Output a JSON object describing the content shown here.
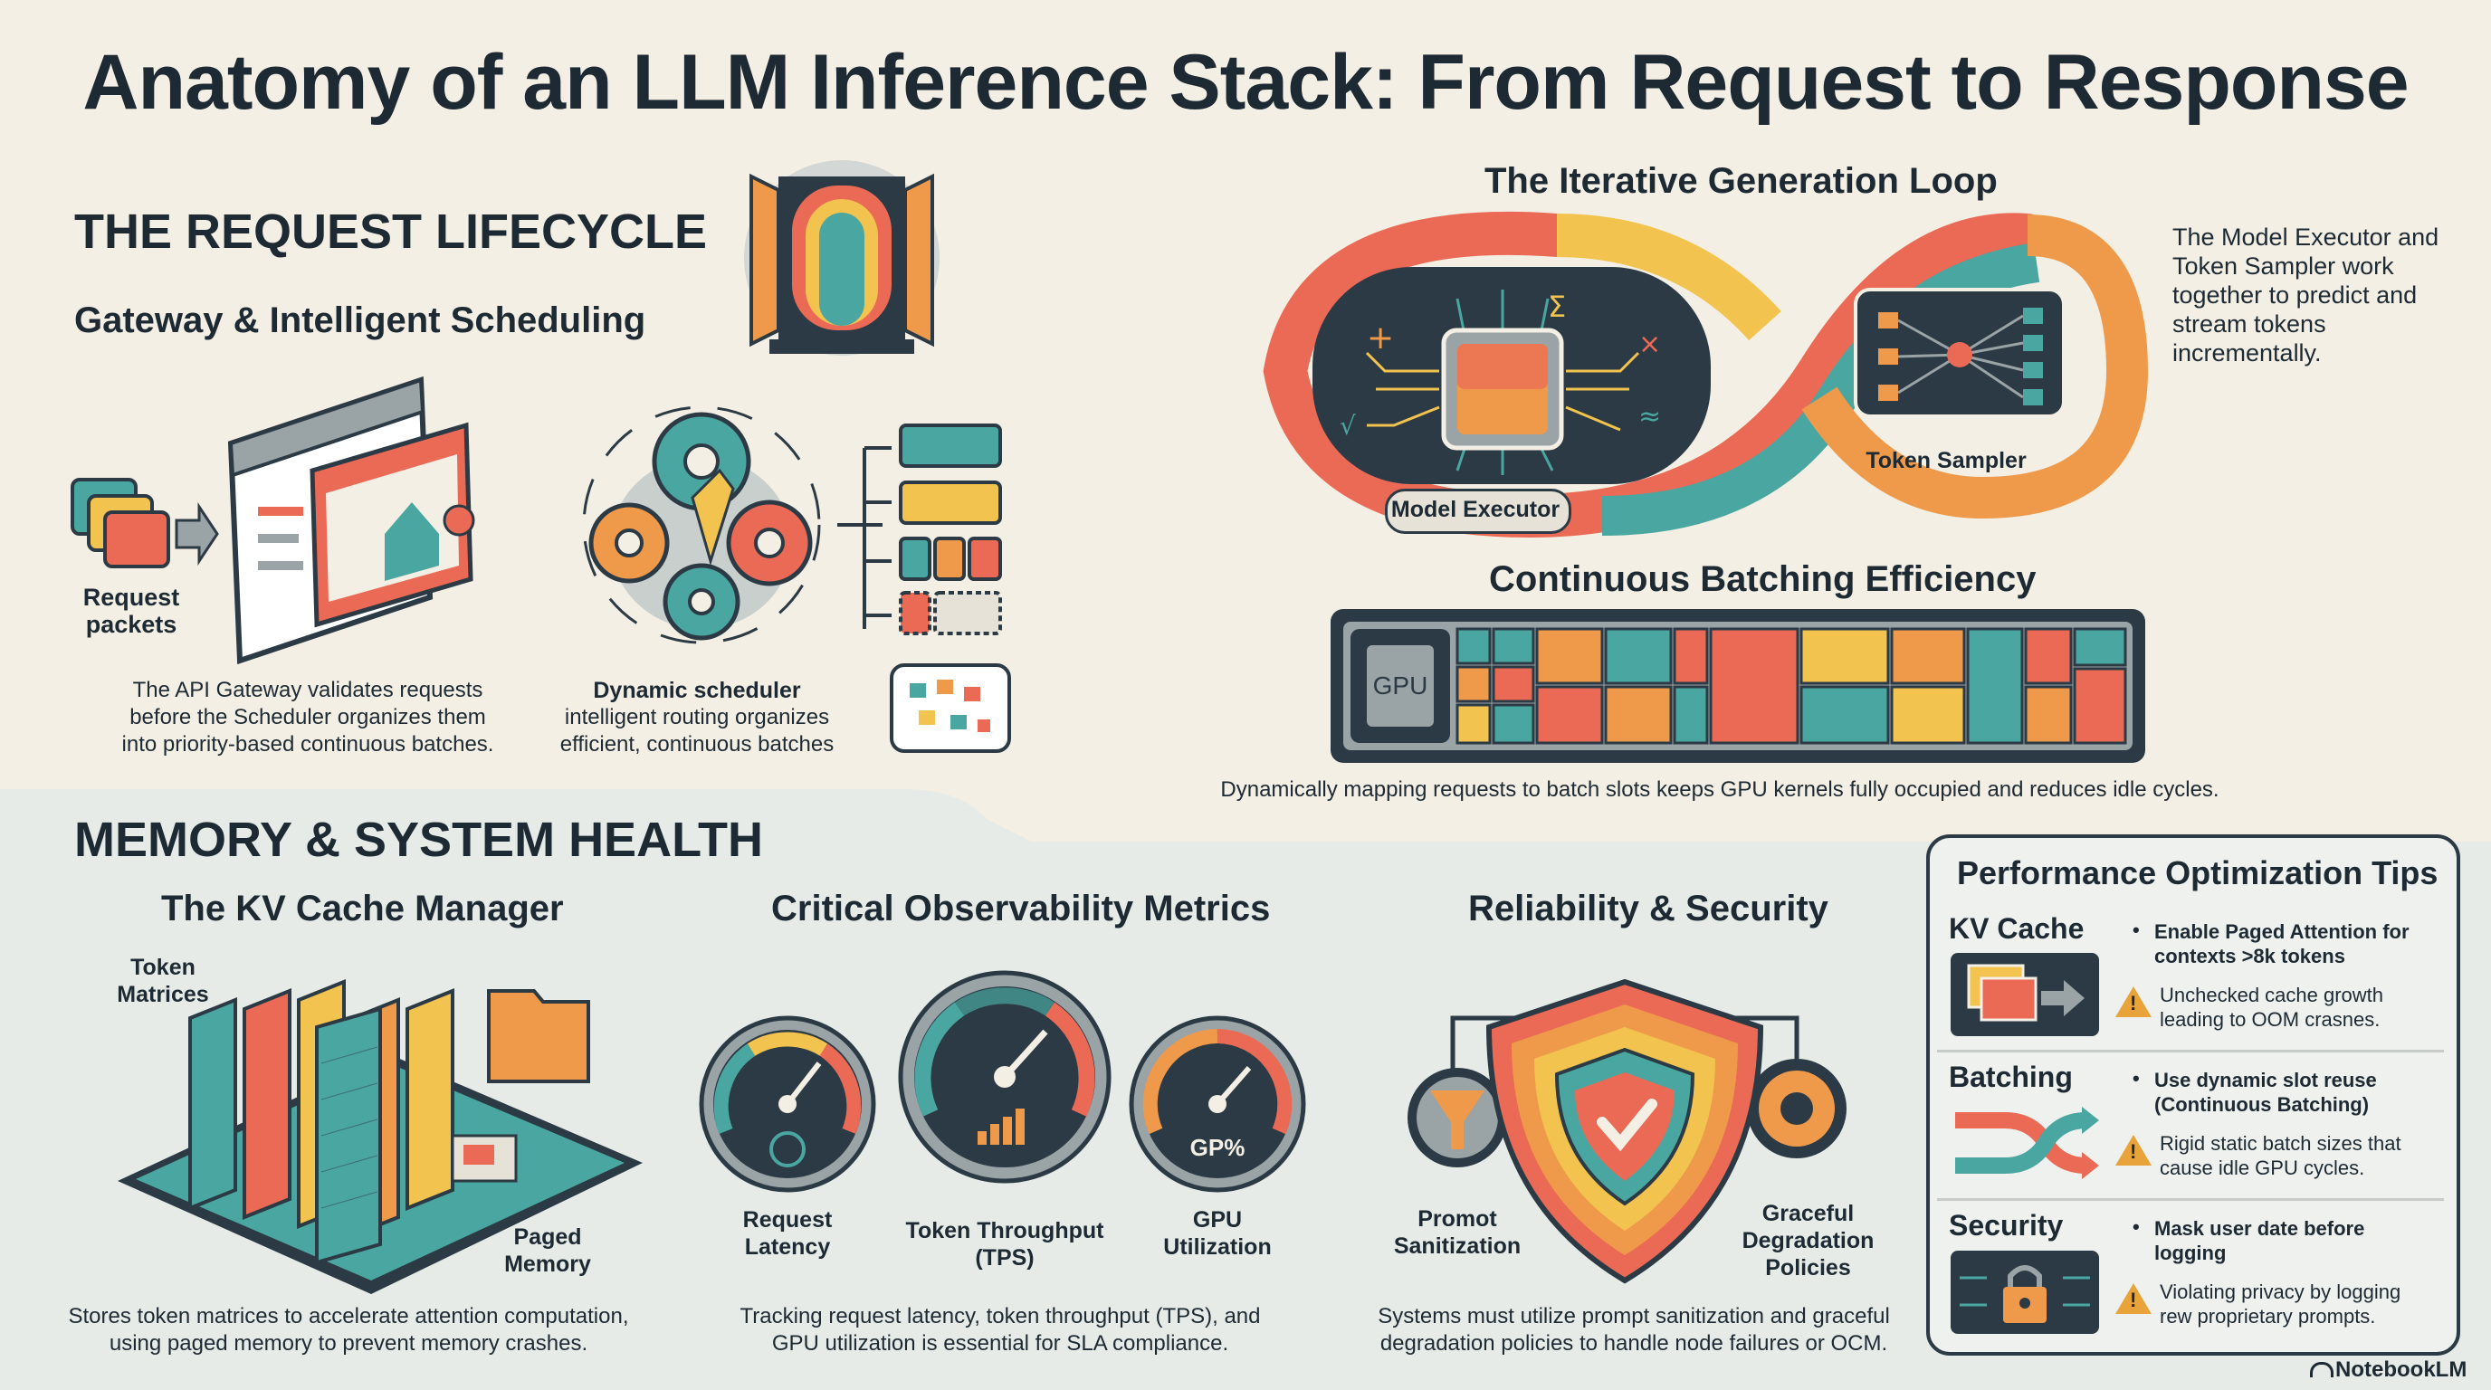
{
  "title": "Anatomy of an LLM Inference Stack: From Request to Response",
  "request_lifecycle": {
    "heading": "THE REQUEST LIFECYCLE",
    "subheading": "Gateway & Intelligent Scheduling",
    "request_packets_label": "Request packets",
    "gateway_caption": "The API Gateway validates requests before the Scheduler organizes them into priority-based continuous batches.",
    "scheduler_title": "Dynamic scheduler",
    "scheduler_caption": "intelligent routing organizes efficient, continuous batches"
  },
  "generation_loop": {
    "heading": "The Iterative Generation Loop",
    "description": "The Model Executor and Token Sampler work together to predict and stream tokens incrementally.",
    "model_executor_label": "Model Executor",
    "token_sampler_label": "Token Sampler"
  },
  "batching": {
    "heading": "Continuous Batching Efficiency",
    "gpu_label": "GPU",
    "caption": "Dynamically mapping requests to batch slots keeps GPU kernels fully occupied and reduces idle cycles."
  },
  "memory_health": {
    "heading": "MEMORY & SYSTEM HEALTH",
    "kv_cache": {
      "heading": "The KV Cache Manager",
      "token_matrices_label": "Token Matrices",
      "paged_memory_label": "Paged Memory",
      "caption": "Stores token matrices to accelerate attention computation, using paged memory to prevent memory crashes."
    },
    "observability": {
      "heading": "Critical Observability Metrics",
      "gauges": [
        {
          "label": "Request Latency"
        },
        {
          "label": "Token Throughput (TPS)"
        },
        {
          "label": "GPU Utilization",
          "face_text": "GP%"
        }
      ],
      "caption": "Tracking request latency, token throughput (TPS), and GPU utilization is essential for SLA compliance."
    },
    "reliability": {
      "heading": "Reliability & Security",
      "prompt_label": "Promot Sanitization",
      "graceful_label": "Graceful Degradation Policies",
      "caption": "Systems must utilize prompt sanitization and graceful degradation policies to handle node failures or OCM."
    }
  },
  "tips": {
    "heading": "Performance Optimization Tips",
    "items": [
      {
        "name": "KV Cache",
        "best": "Enable Paged Attention for contexts >8k tokens",
        "warning": "Unchecked cache growth leading to OOM crasnes."
      },
      {
        "name": "Batching",
        "best": "Use dynamic slot reuse (Continuous Batching)",
        "warning": "Rigid static batch sizes that cause idle GPU cycles."
      },
      {
        "name": "Security",
        "best": "Mask user date before logging",
        "warning": "Violating privacy by logging rew proprietary prompts."
      }
    ]
  },
  "brand": "NotebookLM",
  "colors": {
    "teal": "#4aa6a0",
    "orange": "#ef9a4a",
    "coral": "#ea6a55",
    "yellow": "#f2c34e",
    "navy": "#2b3a44"
  }
}
